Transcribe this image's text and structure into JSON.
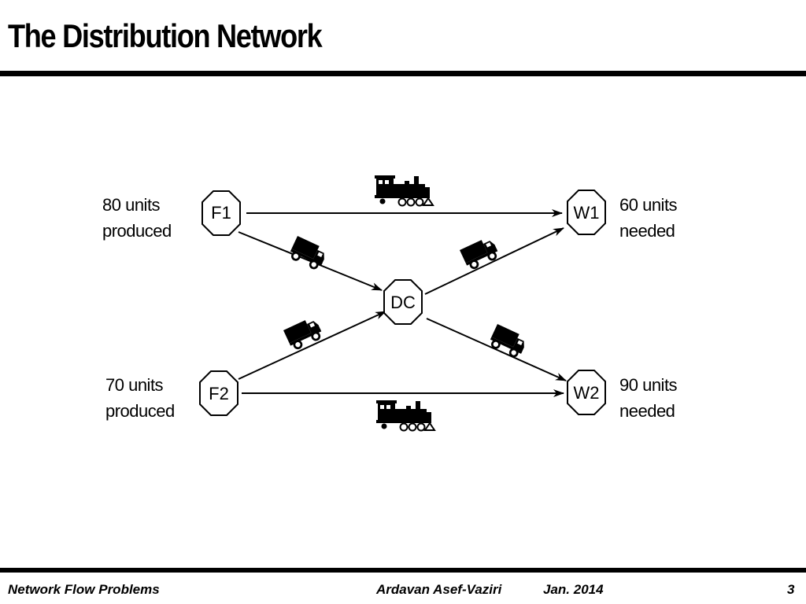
{
  "title": "The Distribution Network",
  "nodes": {
    "F1": "F1",
    "F2": "F2",
    "DC": "DC",
    "W1": "W1",
    "W2": "W2"
  },
  "labels": {
    "f1_line1": "80 units",
    "f1_line2": "produced",
    "f2_line1": "70 units",
    "f2_line2": "produced",
    "w1_line1": "60 units",
    "w1_line2": "needed",
    "w2_line1": "90 units",
    "w2_line2": "needed"
  },
  "footer": {
    "left": "Network Flow Problems",
    "center": "Ardavan Asef-Vaziri",
    "date": "Jan. 2014",
    "page": "3"
  },
  "icons": {
    "train": "train-icon",
    "truck": "truck-icon"
  }
}
